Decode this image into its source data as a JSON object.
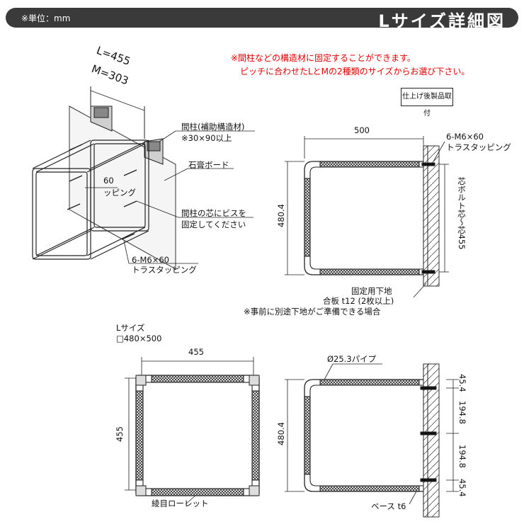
{
  "header": {
    "unit_note": "※単位：mm",
    "title": "Lサイズ詳細図"
  },
  "notes": {
    "line1": "※間柱などの構造材に固定することができます。",
    "line2": "ピッチに合わせたLとMの2種類のサイズからお選び下さい。"
  },
  "boxed_label": "仕上げ後製品取付",
  "iso_view": {
    "dim_L": "L=455",
    "dim_M": "M=303",
    "stud_label_1": "間柱(補助構造材)",
    "stud_label_2": "※30×90以上",
    "board_label": "石膏ボード",
    "screw_note_1": "間柱の芯にビスを",
    "screw_note_2": "固定してください",
    "dim_60": "60",
    "partial_label": "ッピング",
    "screw_spec_1": "6-M6×60",
    "screw_spec_2": "トラスタッピング"
  },
  "side_view_top": {
    "width_dim": "500",
    "height_dim": "480.4",
    "screw_spec_1": "6-M6×60",
    "screw_spec_2": "トラスタッピング",
    "bolt_pitch": "芯ボルト芯～芯455",
    "base_label_1": "固定用下地",
    "base_label_2": "合板 t12 (2枚以上)",
    "base_note": "※事前に別途下地がご準備できる場合"
  },
  "front_view": {
    "size_label_1": "Lサイズ",
    "size_label_2": "□480×500",
    "width_dim": "455",
    "height_dim": "455",
    "knurl_label": "綾目ローレット"
  },
  "side_view_bottom": {
    "pipe_label": "Ø25.3パイプ",
    "height_dim": "480.4",
    "dims_right": [
      "45.4",
      "194.8",
      "194.8",
      "45.4"
    ],
    "base_plate_label": "ベース t6"
  }
}
